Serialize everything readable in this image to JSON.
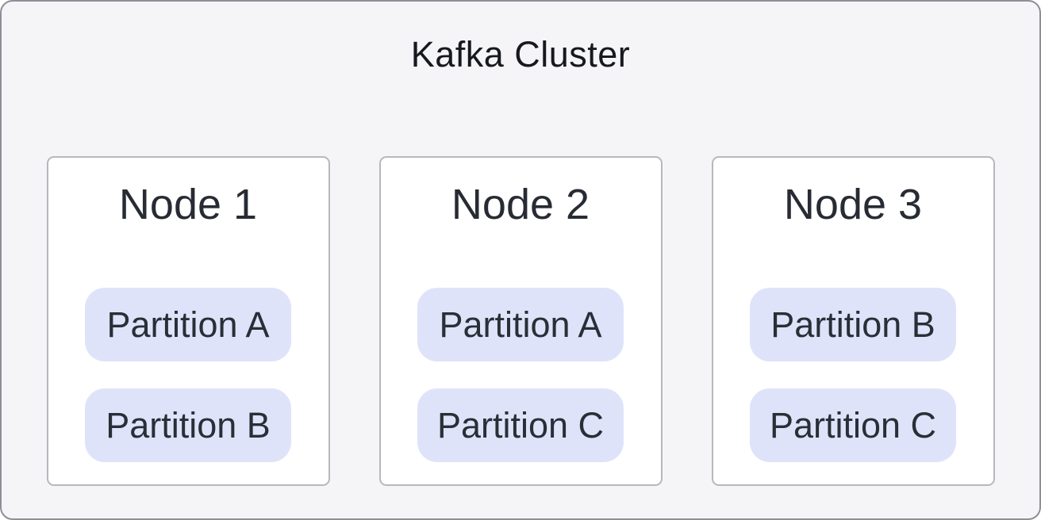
{
  "diagram": {
    "title": "Kafka Cluster",
    "nodes": [
      {
        "label": "Node 1",
        "partitions": [
          "Partition A",
          "Partition B"
        ]
      },
      {
        "label": "Node 2",
        "partitions": [
          "Partition A",
          "Partition C"
        ]
      },
      {
        "label": "Node 3",
        "partitions": [
          "Partition B",
          "Partition C"
        ]
      }
    ],
    "colors": {
      "canvas_bg": "#f5f5f7",
      "canvas_border": "#8e8e98",
      "node_bg": "#ffffff",
      "node_border": "#b7b7be",
      "partition_bg": "#dfe3fa",
      "title_text": "#17191f",
      "node_text": "#272b33",
      "partition_text": "#2a2e36"
    }
  }
}
